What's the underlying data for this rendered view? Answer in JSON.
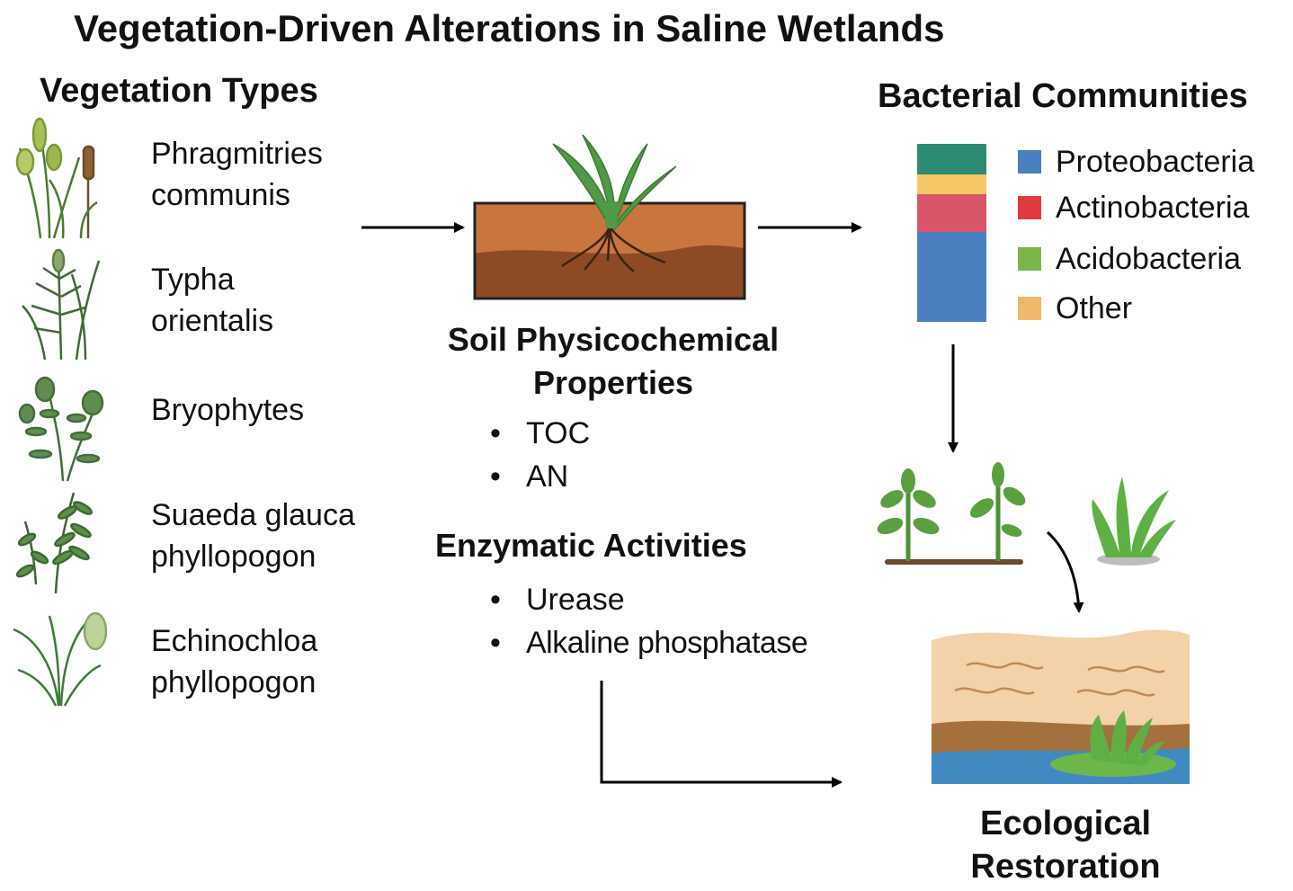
{
  "title": "Vegetation-Driven Alterations in Saline Wetlands",
  "vegetation": {
    "heading": "Vegetation Types",
    "items": [
      {
        "line1": "Phragmitries",
        "line2": "communis",
        "icon": "reed-plant-icon"
      },
      {
        "line1": "Typha",
        "line2": "orientalis",
        "icon": "cattail-plant-icon"
      },
      {
        "line1": "Bryophytes",
        "line2": "",
        "icon": "moss-plant-icon"
      },
      {
        "line1": "Suaeda glauca",
        "line2": "phyllopogon",
        "icon": "suaeda-plant-icon"
      },
      {
        "line1": "Echinochloa",
        "line2": "phyllopogon",
        "icon": "grass-plant-icon"
      }
    ]
  },
  "soil": {
    "heading_line1": "Soil Physicochemical",
    "heading_line2": "Properties",
    "bullets": [
      "TOC",
      "AN"
    ]
  },
  "enzymes": {
    "heading": "Enzymatic Activities",
    "bullets": [
      "Urease",
      "Alkaline phosphatase"
    ]
  },
  "bacteria": {
    "heading": "Bacterial Communities",
    "legend": [
      {
        "label": "Proteobacteria",
        "color": "#4a7fc0"
      },
      {
        "label": "Actinobacteria",
        "color": "#e0393e"
      },
      {
        "label": "Acidobacteria",
        "color": "#7ab648"
      },
      {
        "label": "Other",
        "color": "#f0b86a"
      }
    ],
    "stack_colors": [
      "#4a7fc0",
      "#d9566a",
      "#f5c865",
      "#2e8b73"
    ]
  },
  "restoration": {
    "line1": "Ecological",
    "line2": "Restoration"
  }
}
